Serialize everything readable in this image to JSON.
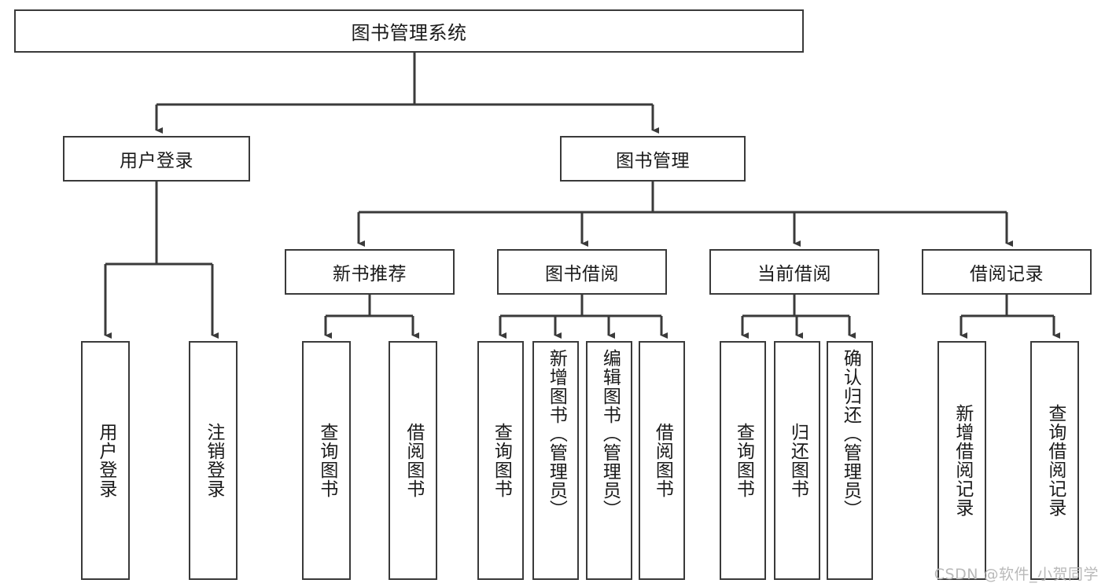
{
  "diagram": {
    "title": "图书管理系统",
    "watermark": "CSDN @软件_小贺同学",
    "line_color": "#3a3a3a",
    "box_fill": "#ffffff",
    "text_color": "#1a1a1a",
    "watermark_color": "#b9b9b9",
    "levels": {
      "root": {
        "label": "图书管理系统"
      },
      "level2": [
        {
          "label": "用户登录"
        },
        {
          "label": "图书管理"
        }
      ],
      "level3": [
        {
          "label": "新书推荐"
        },
        {
          "label": "图书借阅"
        },
        {
          "label": "当前借阅"
        },
        {
          "label": "借阅记录"
        }
      ],
      "leaves": {
        "user_login": [
          {
            "label": "用户登录"
          },
          {
            "label": "注销登录"
          }
        ],
        "new_book_recommend": [
          {
            "label": "查询图书"
          },
          {
            "label": "借阅图书"
          }
        ],
        "book_borrow": [
          {
            "label": "查询图书"
          },
          {
            "label": "新增图书（管理员）"
          },
          {
            "label": "编辑图书（管理员）"
          },
          {
            "label": "借阅图书"
          }
        ],
        "current_borrow": [
          {
            "label": "查询图书"
          },
          {
            "label": "归还图书"
          },
          {
            "label": "确认归还（管理员）"
          }
        ],
        "borrow_record": [
          {
            "label": "新增借阅记录"
          },
          {
            "label": "查询借阅记录"
          }
        ]
      }
    }
  }
}
